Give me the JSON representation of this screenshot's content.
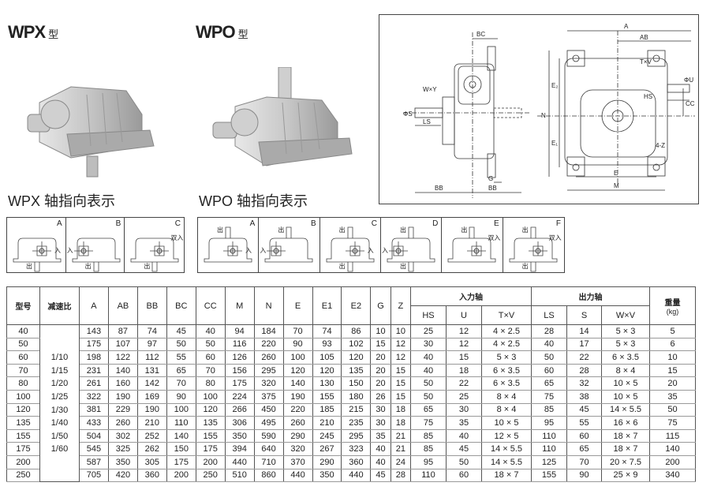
{
  "header": {
    "wpx": {
      "model": "WPX",
      "suffix": "型",
      "axis_title": "WPX 轴指向表示"
    },
    "wpo": {
      "model": "WPO",
      "suffix": "型",
      "axis_title": "WPO 轴指向表示"
    }
  },
  "shaft_directions": {
    "out_label": "出",
    "in_label": "入",
    "dual_in_label": "双入",
    "wpx": [
      {
        "letter": "A",
        "out_up": false,
        "out_down": true,
        "in_side": "right",
        "dual": false
      },
      {
        "letter": "B",
        "out_up": false,
        "out_down": true,
        "in_side": "left",
        "dual": false
      },
      {
        "letter": "C",
        "out_up": false,
        "out_down": true,
        "in_side": "right",
        "dual": true
      }
    ],
    "wpo": [
      {
        "letter": "A",
        "out_up": true,
        "out_down": false,
        "in_side": "right",
        "dual": false
      },
      {
        "letter": "B",
        "out_up": true,
        "out_down": false,
        "in_side": "left",
        "dual": false
      },
      {
        "letter": "C",
        "out_up": true,
        "out_down": true,
        "in_side": "right",
        "dual": false
      },
      {
        "letter": "D",
        "out_up": true,
        "out_down": true,
        "in_side": "left",
        "dual": false
      },
      {
        "letter": "E",
        "out_up": true,
        "out_down": false,
        "in_side": "right",
        "dual": true
      },
      {
        "letter": "F",
        "out_up": true,
        "out_down": true,
        "in_side": "right",
        "dual": true
      }
    ]
  },
  "drawing_labels": {
    "bc": "BC",
    "wxy": "W×Y",
    "s": "ΦS",
    "ls": "LS",
    "bb_left": "BB",
    "bb_right": "BB",
    "g": "G",
    "a": "A",
    "ab": "AB",
    "txv": "T×V",
    "u": "ΦU",
    "hs": "HS",
    "cc": "CC",
    "n": "N",
    "e2": "E₂",
    "e1": "E₁",
    "z": "4-Z",
    "e": "E",
    "m": "M"
  },
  "table": {
    "headers": {
      "model": "型号",
      "ratio": "减速比",
      "dims": [
        "A",
        "AB",
        "BB",
        "BC",
        "CC",
        "M",
        "N",
        "E",
        "E1",
        "E2",
        "G",
        "Z"
      ],
      "input_shaft": "入力轴",
      "input_cols": [
        "HS",
        "U",
        "T×V"
      ],
      "output_shaft": "出力轴",
      "output_cols": [
        "LS",
        "S",
        "W×V"
      ],
      "weight": "重量",
      "weight_unit": "(kg)"
    },
    "ratios": [
      "1/10",
      "1/15",
      "1/20",
      "1/25",
      "1/30",
      "1/40",
      "1/50",
      "1/60"
    ],
    "rows": [
      [
        "40",
        "143",
        "87",
        "74",
        "45",
        "40",
        "94",
        "184",
        "70",
        "74",
        "86",
        "10",
        "10",
        "25",
        "12",
        "4 × 2.5",
        "28",
        "14",
        "5 × 3",
        "5"
      ],
      [
        "50",
        "175",
        "107",
        "97",
        "50",
        "50",
        "116",
        "220",
        "90",
        "93",
        "102",
        "15",
        "12",
        "30",
        "12",
        "4 × 2.5",
        "40",
        "17",
        "5 × 3",
        "6"
      ],
      [
        "60",
        "198",
        "122",
        "112",
        "55",
        "60",
        "126",
        "260",
        "100",
        "105",
        "120",
        "20",
        "12",
        "40",
        "15",
        "5 × 3",
        "50",
        "22",
        "6 × 3.5",
        "10"
      ],
      [
        "70",
        "231",
        "140",
        "131",
        "65",
        "70",
        "156",
        "295",
        "120",
        "120",
        "135",
        "20",
        "15",
        "40",
        "18",
        "6 × 3.5",
        "60",
        "28",
        "8 × 4",
        "15"
      ],
      [
        "80",
        "261",
        "160",
        "142",
        "70",
        "80",
        "175",
        "320",
        "140",
        "130",
        "150",
        "20",
        "15",
        "50",
        "22",
        "6 × 3.5",
        "65",
        "32",
        "10 × 5",
        "20"
      ],
      [
        "100",
        "322",
        "190",
        "169",
        "90",
        "100",
        "224",
        "375",
        "190",
        "155",
        "180",
        "26",
        "15",
        "50",
        "25",
        "8 × 4",
        "75",
        "38",
        "10 × 5",
        "35"
      ],
      [
        "120",
        "381",
        "229",
        "190",
        "100",
        "120",
        "266",
        "450",
        "220",
        "185",
        "215",
        "30",
        "18",
        "65",
        "30",
        "8 × 4",
        "85",
        "45",
        "14 × 5.5",
        "50"
      ],
      [
        "135",
        "433",
        "260",
        "210",
        "110",
        "135",
        "306",
        "495",
        "260",
        "210",
        "235",
        "30",
        "18",
        "75",
        "35",
        "10 × 5",
        "95",
        "55",
        "16 × 6",
        "75"
      ],
      [
        "155",
        "504",
        "302",
        "252",
        "140",
        "155",
        "350",
        "590",
        "290",
        "245",
        "295",
        "35",
        "21",
        "85",
        "40",
        "12 × 5",
        "110",
        "60",
        "18 × 7",
        "115"
      ],
      [
        "175",
        "545",
        "325",
        "262",
        "150",
        "175",
        "394",
        "640",
        "320",
        "267",
        "323",
        "40",
        "21",
        "85",
        "45",
        "14 × 5.5",
        "110",
        "65",
        "18 × 7",
        "140"
      ],
      [
        "200",
        "587",
        "350",
        "305",
        "175",
        "200",
        "440",
        "710",
        "370",
        "290",
        "360",
        "40",
        "24",
        "95",
        "50",
        "14 × 5.5",
        "125",
        "70",
        "20 × 7.5",
        "200"
      ],
      [
        "250",
        "705",
        "420",
        "360",
        "200",
        "250",
        "510",
        "860",
        "440",
        "350",
        "440",
        "45",
        "28",
        "110",
        "60",
        "18 × 7",
        "155",
        "90",
        "25 × 9",
        "340"
      ]
    ]
  }
}
